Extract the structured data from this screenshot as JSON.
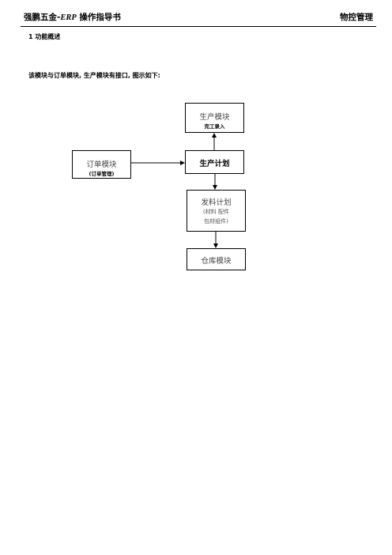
{
  "header": {
    "title_prefix": "强鹏五金-",
    "title_italic": "ERP",
    "title_suffix": " 操作指导书",
    "right_title": "物控管理"
  },
  "section_heading": "1  功能概述",
  "intro_text": "该模块与订单模块, 生产模块有接口, 图示如下:",
  "diagram": {
    "production_module": {
      "title": "生产模块",
      "subtitle": "完工录入"
    },
    "production_plan": {
      "title": "生产计划"
    },
    "order_module": {
      "title": "订单模块",
      "subtitle": "(订单管理)"
    },
    "issue_plan": {
      "title": "发料计划",
      "line1": "(材料   配件",
      "line2": "包材组件)"
    },
    "warehouse_module": {
      "title": "仓库模块"
    }
  }
}
